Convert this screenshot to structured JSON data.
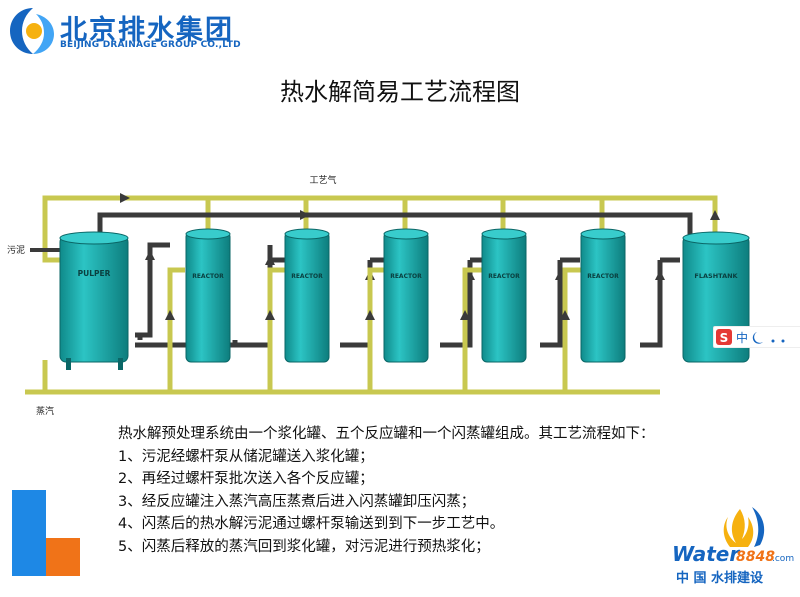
{
  "header": {
    "logo_cn": "北京排水集团",
    "logo_en": "BEIJING DRAINAGE GROUP CO.,LTD"
  },
  "title": "热水解简易工艺流程图",
  "diagram": {
    "label_gas": "工艺气",
    "label_sludge": "污泥",
    "label_steam": "蒸汽",
    "pulper": "PULPER",
    "reactors": [
      "REACTOR",
      "REACTOR",
      "REACTOR",
      "REACTOR",
      "REACTOR"
    ],
    "flashtank": "FLASHTANK"
  },
  "description": {
    "intro": "热水解预处理系统由一个浆化罐、五个反应罐和一个闪蒸罐组成。其工艺流程如下：",
    "steps": [
      "1、污泥经螺杆泵从储泥罐送入浆化罐；",
      "2、再经过螺杆泵批次送入各个反应罐；",
      "3、经反应罐注入蒸汽高压蒸煮后进入闪蒸罐卸压闪蒸；",
      "4、闪蒸后的热水解污泥通过螺杆泵输送到到下一步工艺中。",
      "5、闪蒸后释放的蒸汽回到浆化罐，对污泥进行预热浆化；"
    ]
  },
  "ime_toolbar": {
    "logo": "S",
    "mode": "中"
  },
  "watermark": {
    "brand": "Water",
    "number": "8848",
    "suffix": ".com",
    "subtitle": "中 国 水排建设"
  },
  "colors": {
    "tank": "#17a3a3",
    "tank_dark": "#0d7d7d",
    "gas_pipe": "#c8c850",
    "sludge_pipe": "#3a3a3a",
    "brand_blue": "#1565c0",
    "deco_orange": "#f07318"
  }
}
